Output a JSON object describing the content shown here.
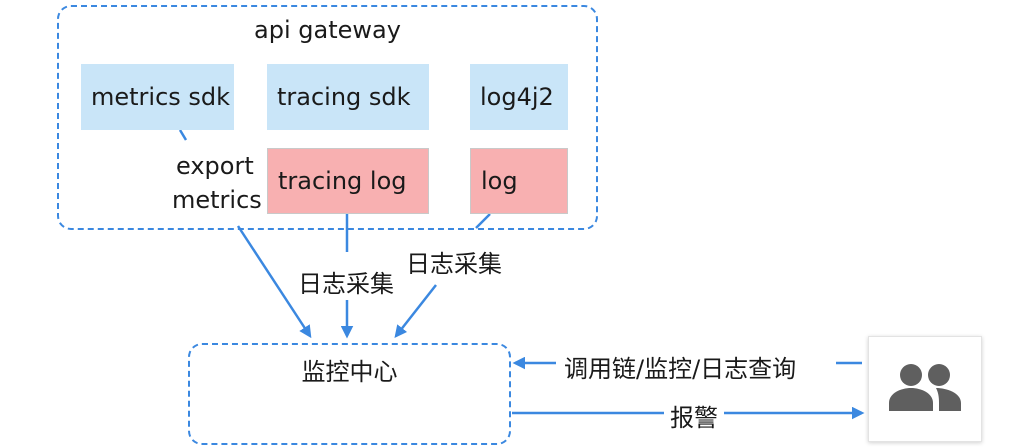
{
  "gateway": {
    "title": "api gateway",
    "metrics_sdk": "metrics sdk",
    "tracing_sdk": "tracing sdk",
    "log4j2": "log4j2",
    "tracing_log": "tracing log",
    "log": "log"
  },
  "edges": {
    "export_metrics": [
      "export",
      "metrics"
    ],
    "log_collect_1": "日志采集",
    "log_collect_2": "日志采集",
    "query": "调用链/监控/日志查询",
    "alert": "报警"
  },
  "monitor_center": {
    "label": "监控中心"
  },
  "user": {
    "icon": "people-icon"
  },
  "colors": {
    "accent": "#3b88e0",
    "sdk_fill": "#c9e5f8",
    "log_fill": "#f8b0b1"
  }
}
